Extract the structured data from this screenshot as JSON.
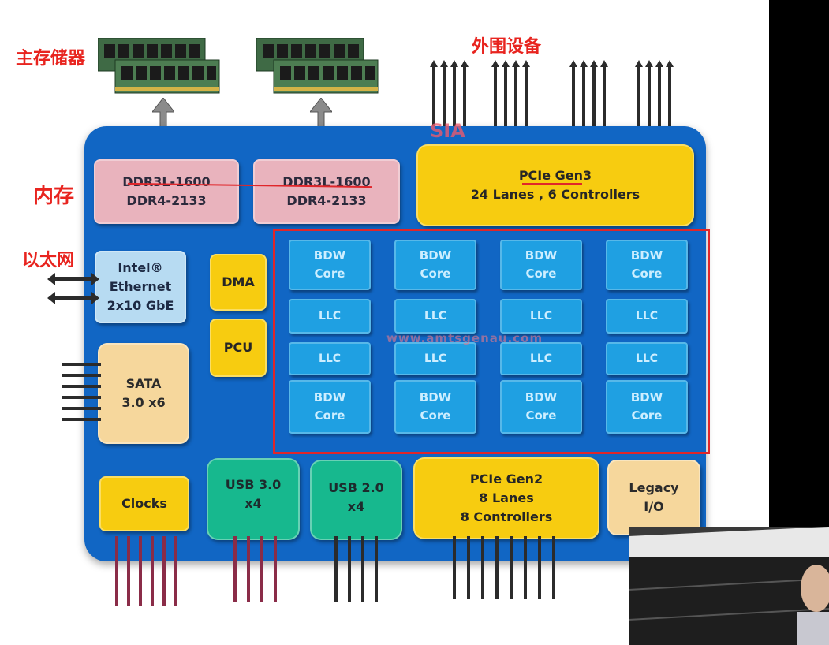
{
  "annotations": {
    "main_memory": "主存储器",
    "peripherals": "外围设备",
    "memory": "内存",
    "ethernet": "以太网"
  },
  "ddr_left": {
    "line1": "DDR3L-1600",
    "line2": "DDR4-2133"
  },
  "ddr_right": {
    "line1": "DDR3L-1600",
    "line2": "DDR4-2133"
  },
  "pcie_gen3": {
    "line1": "PCIe  Gen3",
    "line2": "24 Lanes , 6 Controllers"
  },
  "ethernet": {
    "line1": "Intel®",
    "line2": "Ethernet",
    "line3": "2x10 GbE"
  },
  "dma": "DMA",
  "pcu": "PCU",
  "sata": {
    "line1": "SATA",
    "line2": "3.0 x6"
  },
  "clocks": "Clocks",
  "usb3": {
    "line1": "USB 3.0",
    "line2": "x4"
  },
  "usb2": {
    "line1": "USB 2.0",
    "line2": "x4"
  },
  "pcie_gen2": {
    "line1": "PCIe  Gen2",
    "line2": "8 Lanes",
    "line3": "8 Controllers"
  },
  "legacy": {
    "line1": "Legacy",
    "line2": "I/O"
  },
  "core_grid": {
    "core_line1": "BDW",
    "core_line2": "Core",
    "llc": "LLC"
  },
  "overlays": {
    "chip_label": "SIA",
    "watermark": "www.amtsgenau.com"
  },
  "colors": {
    "board": "#1166c4",
    "ddr": "#e9b3bd",
    "yellow": "#f7cc10",
    "core": "#1fa0e2",
    "teal": "#17b88e",
    "annotation_red": "#e8241f"
  }
}
